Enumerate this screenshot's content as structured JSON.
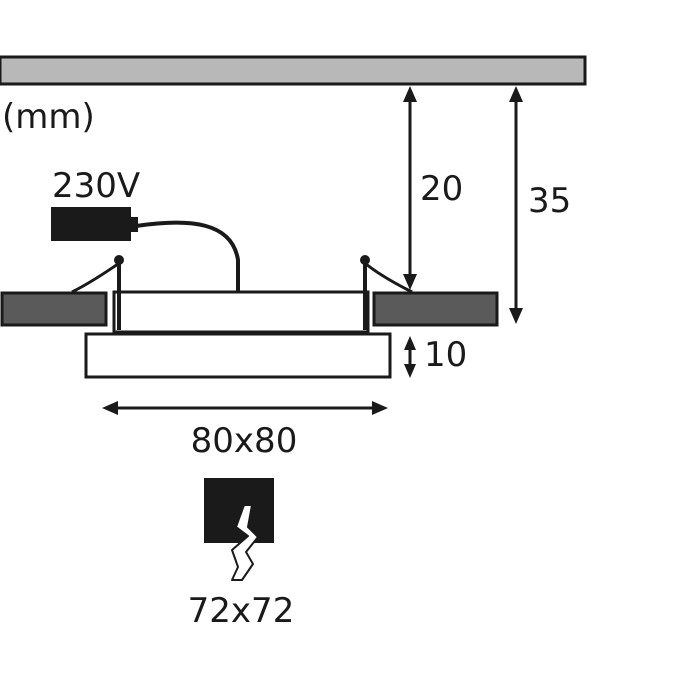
{
  "units_label": "(mm)",
  "voltage_label": "230V",
  "dimensions": {
    "ceiling_gap": "20",
    "total_depth": "35",
    "panel_thickness": "10",
    "panel_size": "80x80",
    "cutout_size": "72x72"
  },
  "colors": {
    "line": "#1a1a1a",
    "ceiling_fill": "#b8b8b8",
    "mount_fill": "#5a5a5a",
    "driver_fill": "#1a1a1a",
    "panel_fill": "#ffffff",
    "lightning_fill": "#ffffff"
  },
  "icons": {
    "cutout": "cutout-lightning-icon"
  }
}
